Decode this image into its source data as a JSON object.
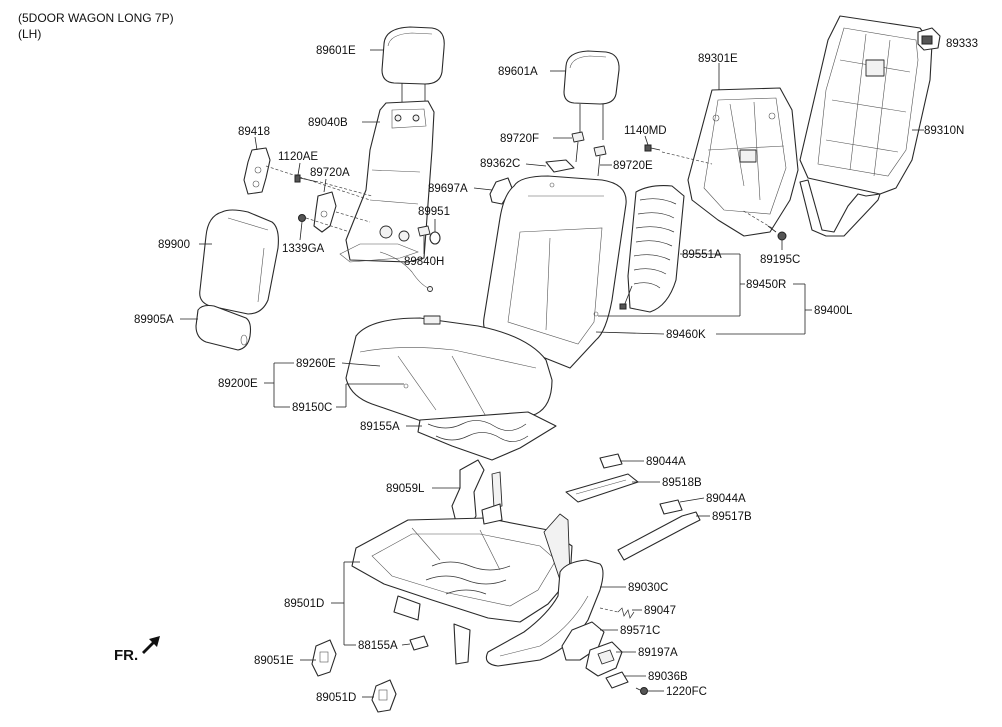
{
  "header": {
    "line1": "(5DOOR WAGON LONG 7P)",
    "line2": "(LH)"
  },
  "front_marker": "FR.",
  "parts": {
    "p89601E": "89601E",
    "p89601A": "89601A",
    "p89301E": "89301E",
    "p89333": "89333",
    "p89040B": "89040B",
    "p89720F": "89720F",
    "p1140MD": "1140MD",
    "p89310N": "89310N",
    "p89418": "89418",
    "p1120AE": "1120AE",
    "p89720A": "89720A",
    "p89362C": "89362C",
    "p89720E": "89720E",
    "p89697A": "89697A",
    "p89951": "89951",
    "p89900": "89900",
    "p1339GA": "1339GA",
    "p89840H": "89840H",
    "p89195C": "89195C",
    "p89551A": "89551A",
    "p89450R": "89450R",
    "p89400L": "89400L",
    "p89905A": "89905A",
    "p89460K": "89460K",
    "p89260E": "89260E",
    "p89200E": "89200E",
    "p89150C": "89150C",
    "p89155A": "89155A",
    "p89044A_1": "89044A",
    "p89518B": "89518B",
    "p89059L": "89059L",
    "p89044A_2": "89044A",
    "p89517B": "89517B",
    "p89030C": "89030C",
    "p89501D": "89501D",
    "p89047": "89047",
    "p89571C": "89571C",
    "p88155A": "88155A",
    "p89051E": "89051E",
    "p89197A": "89197A",
    "p89036B": "89036B",
    "p1220FC": "1220FC",
    "p89051D": "89051D"
  },
  "icons": {
    "front_arrow": "arrow-icon"
  }
}
